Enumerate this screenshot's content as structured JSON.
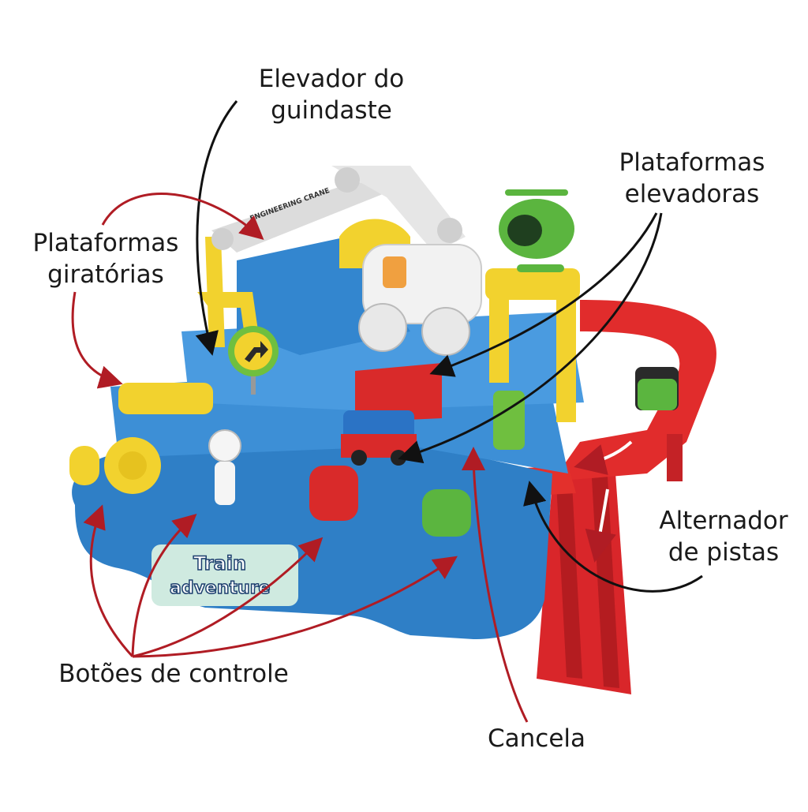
{
  "labels": {
    "crane_lift": {
      "line1": "Elevador do",
      "line2": "guindaste"
    },
    "rotating_platforms": {
      "line1": "Plataformas",
      "line2": "giratórias"
    },
    "lift_platforms": {
      "line1": "Plataformas",
      "line2": "elevadoras"
    },
    "track_switch": {
      "line1": "Alternador",
      "line2": "de pistas"
    },
    "control_buttons": {
      "line1": "Botões de controle"
    },
    "gate": {
      "line1": "Cancela"
    }
  },
  "toy": {
    "sticker_line1": "Train",
    "sticker_line2": "adventure",
    "crane_sign": "ENGINEERING CRANE"
  },
  "colors": {
    "arrow_red": "#b01c24",
    "arrow_black": "#111111",
    "base_blue": "#2f7fc6",
    "track_red": "#d9262a",
    "toy_yellow": "#f2d22e",
    "toy_green": "#4caf3a"
  }
}
